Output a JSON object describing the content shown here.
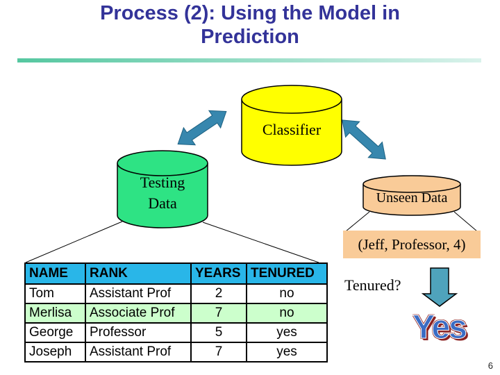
{
  "slide": {
    "title_line1": "Process (2): Using the Model in",
    "title_line2": "Prediction",
    "page_number": "6"
  },
  "diagram": {
    "classifier_label": "Classifier",
    "testing_data_line1": "Testing",
    "testing_data_line2": "Data",
    "unseen_data_label": "Unseen Data",
    "unseen_tuple": "(Jeff, Professor, 4)",
    "question": "Tenured?",
    "answer": "Yes"
  },
  "table": {
    "headers": [
      "NAME",
      "RANK",
      "YEARS",
      "TENURED"
    ],
    "rows": [
      {
        "name": "Tom",
        "rank": "Assistant Prof",
        "years": "2",
        "tenured": "no"
      },
      {
        "name": "Merlisa",
        "rank": "Associate Prof",
        "years": "7",
        "tenured": "no"
      },
      {
        "name": "George",
        "rank": "Professor",
        "years": "5",
        "tenured": "yes"
      },
      {
        "name": "Joseph",
        "rank": "Assistant Prof",
        "years": "7",
        "tenured": "yes"
      }
    ]
  },
  "colors": {
    "title-color": "#333399",
    "sep-left": "#55C7A0",
    "sep-right": "#D9F2EB",
    "classifier-fill": "#FFFF00",
    "testing-fill": "#2EE384",
    "unseen-fill": "#F9CB98",
    "tuple-bg": "#F9CB98",
    "arrow-fill": "#3787AE",
    "down-arrow-fill": "#4FA3BC",
    "table-header-bg": "#29B6E8",
    "row-highlight": "#CCFFCC",
    "yes-blue": "#3A6CC4",
    "yes-red": "#8B2222"
  }
}
